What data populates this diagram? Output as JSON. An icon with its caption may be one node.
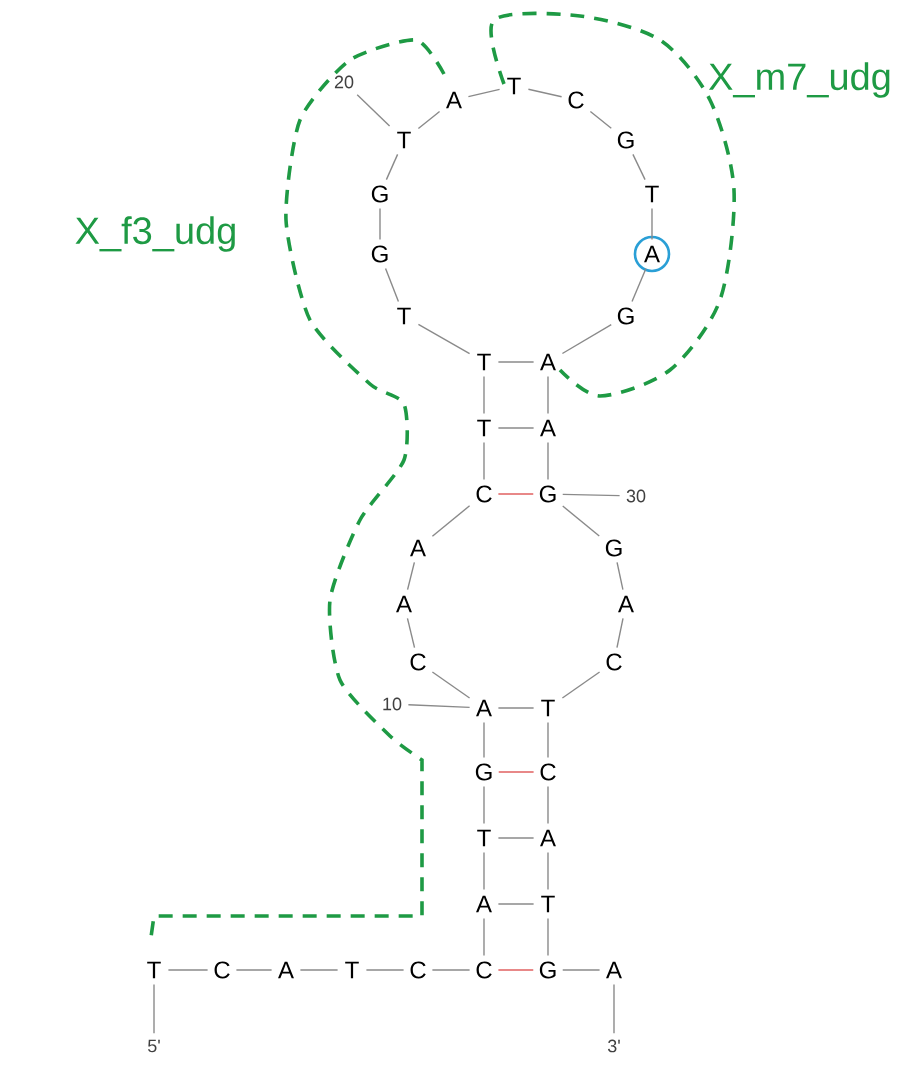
{
  "diagram": {
    "nodes": [
      {
        "text": [
          "T"
        ]
      },
      {
        "text": [
          "C"
        ]
      },
      {
        "text": [
          "A"
        ]
      },
      {
        "text": [
          "T"
        ]
      },
      {
        "text": [
          "C"
        ]
      },
      {
        "text": [
          "C"
        ]
      },
      {
        "text": [
          "A"
        ]
      },
      {
        "text": [
          "T"
        ]
      },
      {
        "text": [
          "G"
        ]
      },
      {
        "text": [
          "A"
        ]
      },
      {
        "text": [
          "C"
        ]
      },
      {
        "text": [
          "A"
        ]
      },
      {
        "text": [
          "A"
        ]
      },
      {
        "text": [
          "C"
        ]
      },
      {
        "text": [
          "T"
        ]
      },
      {
        "text": [
          "T"
        ]
      },
      {
        "text": [
          "T"
        ]
      },
      {
        "text": [
          "G"
        ]
      },
      {
        "text": [
          "G"
        ]
      },
      {
        "text": [
          "T"
        ]
      },
      {
        "text": [
          "A"
        ]
      },
      {
        "text": [
          "T"
        ]
      },
      {
        "text": [
          "C"
        ]
      },
      {
        "text": [
          "G"
        ]
      },
      {
        "text": [
          "T"
        ]
      },
      {
        "text": [
          "A"
        ]
      },
      {
        "text": [
          "G"
        ]
      },
      {
        "text": [
          "A"
        ]
      },
      {
        "text": [
          "A"
        ]
      },
      {
        "text": [
          "G"
        ]
      },
      {
        "text": [
          "G"
        ]
      },
      {
        "text": [
          "A"
        ]
      },
      {
        "text": [
          "C"
        ]
      },
      {
        "text": [
          "T"
        ]
      },
      {
        "text": [
          "C"
        ]
      },
      {
        "text": [
          "A"
        ]
      },
      {
        "text": [
          "T"
        ]
      },
      {
        "text": [
          "G"
        ]
      },
      {
        "text": [
          "A"
        ]
      },
      {
        "text": [
          "5'"
        ]
      },
      {
        "text": [
          "3'"
        ]
      },
      {
        "text": [
          "10"
        ]
      },
      {
        "text": [
          "20"
        ]
      },
      {
        "text": [
          "30"
        ]
      }
    ],
    "edges": [
      {
        "from": 0,
        "to": 1,
        "arrow": "none"
      },
      {
        "from": 1,
        "to": 2,
        "arrow": "none"
      },
      {
        "from": 2,
        "to": 3,
        "arrow": "none"
      },
      {
        "from": 3,
        "to": 4,
        "arrow": "none"
      },
      {
        "from": 4,
        "to": 5,
        "arrow": "none"
      },
      {
        "from": 5,
        "to": 6,
        "arrow": "none"
      },
      {
        "from": 6,
        "to": 7,
        "arrow": "none"
      },
      {
        "from": 7,
        "to": 8,
        "arrow": "none"
      },
      {
        "from": 8,
        "to": 9,
        "arrow": "none"
      },
      {
        "from": 9,
        "to": 10,
        "arrow": "none"
      },
      {
        "from": 10,
        "to": 11,
        "arrow": "none"
      },
      {
        "from": 11,
        "to": 12,
        "arrow": "none"
      },
      {
        "from": 12,
        "to": 13,
        "arrow": "none"
      },
      {
        "from": 13,
        "to": 14,
        "arrow": "none"
      },
      {
        "from": 14,
        "to": 15,
        "arrow": "none"
      },
      {
        "from": 15,
        "to": 16,
        "arrow": "none"
      },
      {
        "from": 16,
        "to": 17,
        "arrow": "none"
      },
      {
        "from": 17,
        "to": 18,
        "arrow": "none"
      },
      {
        "from": 18,
        "to": 19,
        "arrow": "none"
      },
      {
        "from": 19,
        "to": 20,
        "arrow": "none"
      },
      {
        "from": 20,
        "to": 21,
        "arrow": "none"
      },
      {
        "from": 21,
        "to": 22,
        "arrow": "none"
      },
      {
        "from": 22,
        "to": 23,
        "arrow": "none"
      },
      {
        "from": 23,
        "to": 24,
        "arrow": "none"
      },
      {
        "from": 24,
        "to": 25,
        "arrow": "none"
      },
      {
        "from": 25,
        "to": 26,
        "arrow": "none"
      },
      {
        "from": 26,
        "to": 27,
        "arrow": "none"
      },
      {
        "from": 27,
        "to": 28,
        "arrow": "none"
      },
      {
        "from": 28,
        "to": 29,
        "arrow": "none"
      },
      {
        "from": 29,
        "to": 30,
        "arrow": "none"
      },
      {
        "from": 30,
        "to": 31,
        "arrow": "none"
      },
      {
        "from": 31,
        "to": 32,
        "arrow": "none"
      },
      {
        "from": 32,
        "to": 33,
        "arrow": "none"
      },
      {
        "from": 33,
        "to": 34,
        "arrow": "none"
      },
      {
        "from": 34,
        "to": 35,
        "arrow": "none"
      },
      {
        "from": 35,
        "to": 36,
        "arrow": "none"
      },
      {
        "from": 36,
        "to": 37,
        "arrow": "none"
      },
      {
        "from": 37,
        "to": 38,
        "arrow": "none"
      },
      {
        "from": 15,
        "to": 27,
        "arrow": "none"
      },
      {
        "from": 14,
        "to": 28,
        "arrow": "none"
      },
      {
        "from": 13,
        "to": 29,
        "arrow": "none",
        "color": "#e06060"
      },
      {
        "from": 9,
        "to": 33,
        "arrow": "none"
      },
      {
        "from": 8,
        "to": 34,
        "arrow": "none",
        "color": "#e06060"
      },
      {
        "from": 7,
        "to": 35,
        "arrow": "none"
      },
      {
        "from": 6,
        "to": 36,
        "arrow": "none"
      },
      {
        "from": 5,
        "to": 37,
        "arrow": "none",
        "color": "#e06060"
      },
      {
        "from": 0,
        "to": 39,
        "arrow": "none"
      },
      {
        "from": 38,
        "to": 40,
        "arrow": "none"
      },
      {
        "from": 41,
        "to": 9,
        "arrow": "none"
      },
      {
        "from": 42,
        "to": 19,
        "arrow": "none"
      },
      {
        "from": 29,
        "to": 43,
        "arrow": "none"
      }
    ],
    "labels": [
      "X_m7_udg",
      "X_f3_udg"
    ]
  }
}
